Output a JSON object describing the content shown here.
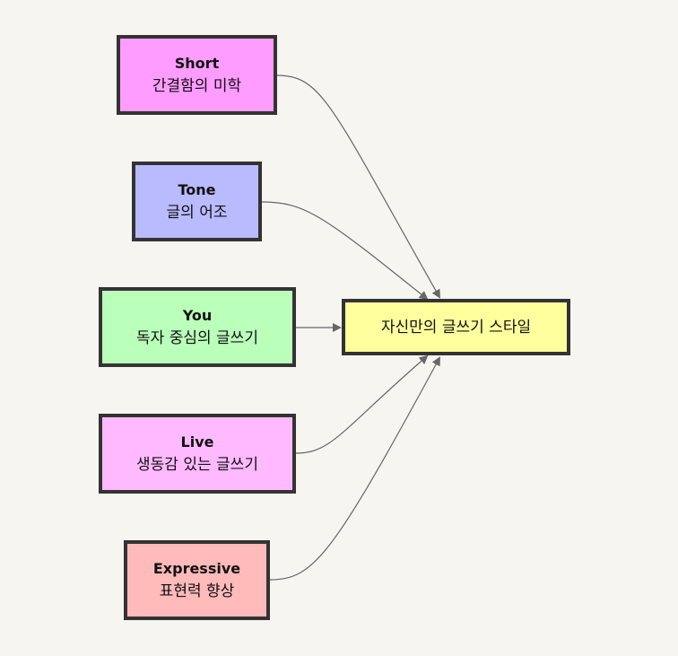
{
  "diagram": {
    "center": {
      "label": "자신만의 글쓰기 스타일",
      "color": "#ffff9e"
    },
    "nodes": [
      {
        "id": "short",
        "title": "Short",
        "subtitle": "간결함의 미학",
        "color": "#ff9cff"
      },
      {
        "id": "tone",
        "title": "Tone",
        "subtitle": "글의 어조",
        "color": "#babaff"
      },
      {
        "id": "you",
        "title": "You",
        "subtitle": "독자 중심의 글쓰기",
        "color": "#baffba"
      },
      {
        "id": "live",
        "title": "Live",
        "subtitle": "생동감 있는 글쓰기",
        "color": "#ffbaff"
      },
      {
        "id": "expressive",
        "title": "Expressive",
        "subtitle": "표현력 향상",
        "color": "#ffbaba"
      }
    ],
    "edge_color": "#666666",
    "border_color": "#333333"
  }
}
